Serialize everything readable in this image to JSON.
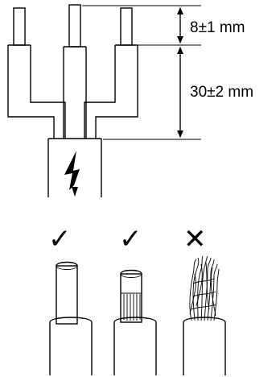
{
  "dimensions": {
    "strip_length": "8±1 mm",
    "sheath_length": "30±2 mm"
  },
  "icons": {
    "warning": "high-voltage-lightning-icon"
  },
  "examples": [
    {
      "mark": "✓",
      "result": "correct",
      "style": "solid-conductor"
    },
    {
      "mark": "✓",
      "result": "correct",
      "style": "crimped-ferrule"
    },
    {
      "mark": "✕",
      "result": "incorrect",
      "style": "frayed-strands"
    }
  ]
}
